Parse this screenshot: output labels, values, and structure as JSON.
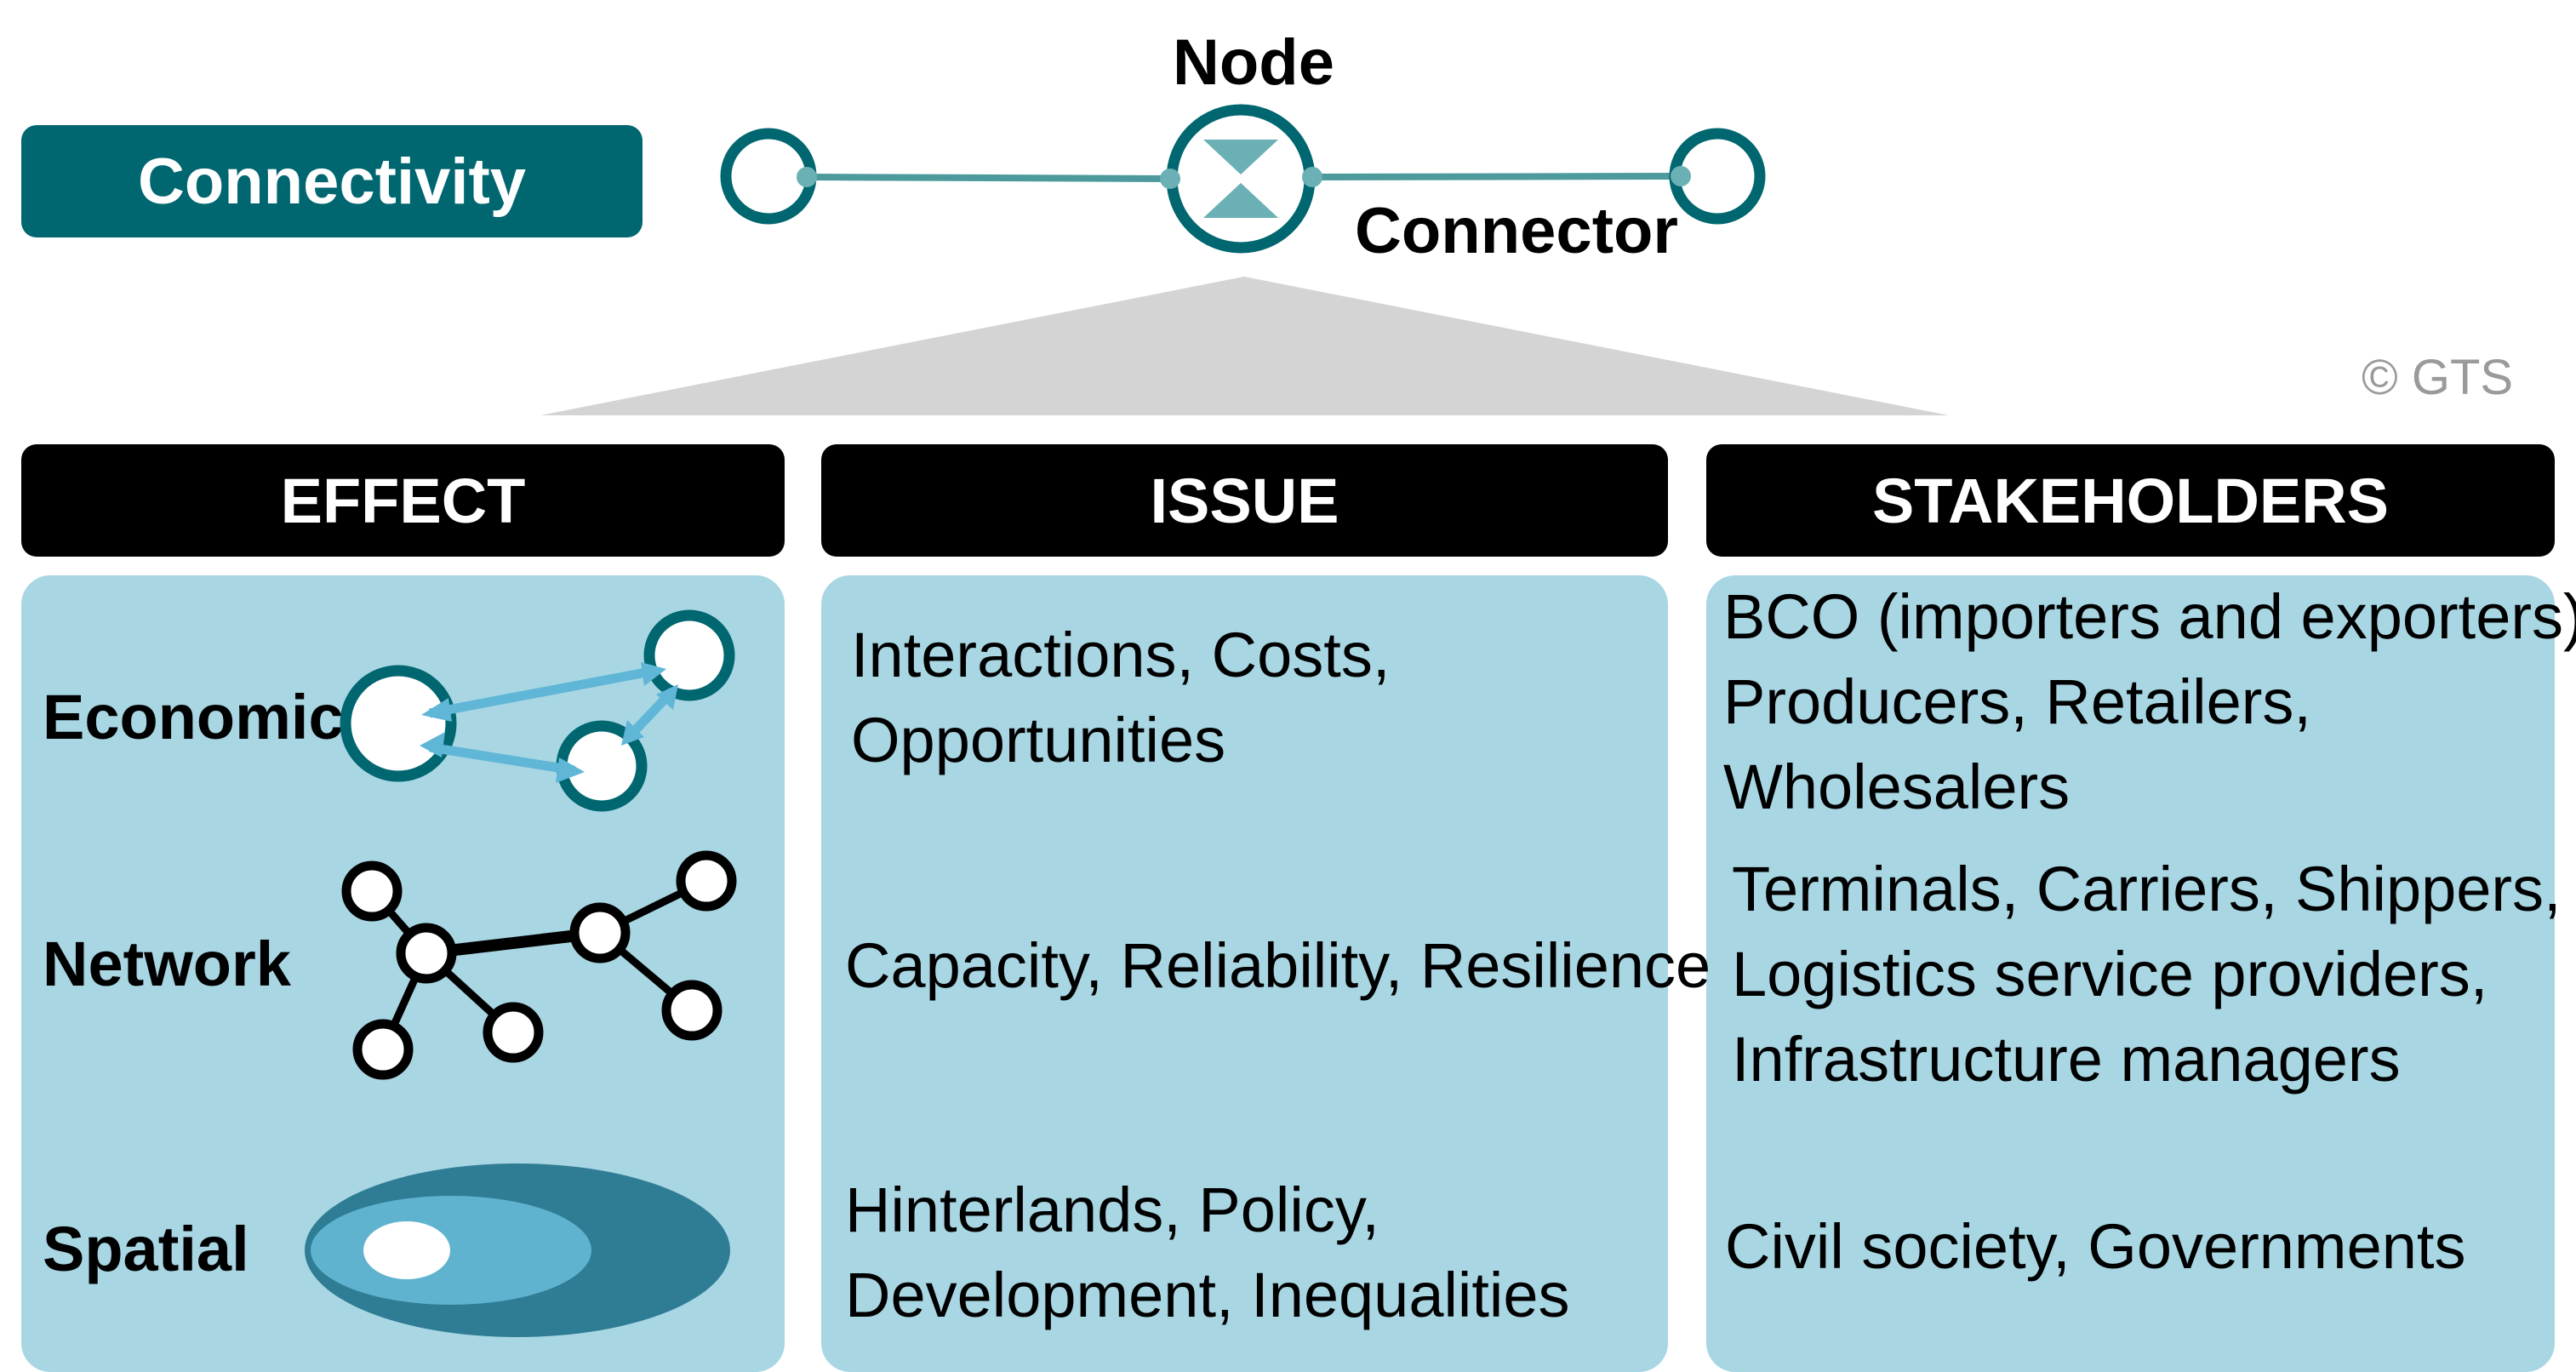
{
  "badge": {
    "label": "Connectivity"
  },
  "diagram": {
    "node_label": "Node",
    "connector_label": "Connector",
    "copyright": "© GTS"
  },
  "colors": {
    "teal": "#006670",
    "panel": "#a8d6e3",
    "arrow": "#5fb6d6",
    "header": "#000000",
    "triangle": "#d4d4d4"
  },
  "columns": {
    "effect": {
      "header": "EFFECT",
      "rows": [
        {
          "label": "Economic",
          "icon": "economic-interactions-icon"
        },
        {
          "label": "Network",
          "icon": "network-graph-icon"
        },
        {
          "label": "Spatial",
          "icon": "spatial-zones-icon"
        }
      ]
    },
    "issue": {
      "header": "ISSUE",
      "rows": [
        {
          "lines": [
            "Interactions, Costs,",
            "Opportunities"
          ]
        },
        {
          "lines": [
            "Capacity, Reliability, Resilience"
          ]
        },
        {
          "lines": [
            "Hinterlands, Policy,",
            "Development, Inequalities"
          ]
        }
      ]
    },
    "stakeholders": {
      "header": "STAKEHOLDERS",
      "rows": [
        {
          "lines": [
            "BCO (importers and exporters),",
            "Producers, Retailers,",
            "Wholesalers"
          ]
        },
        {
          "lines": [
            "Terminals, Carriers, Shippers,",
            "Logistics service providers,",
            "Infrastructure managers"
          ]
        },
        {
          "lines": [
            "Civil society, Governments"
          ]
        }
      ]
    }
  }
}
